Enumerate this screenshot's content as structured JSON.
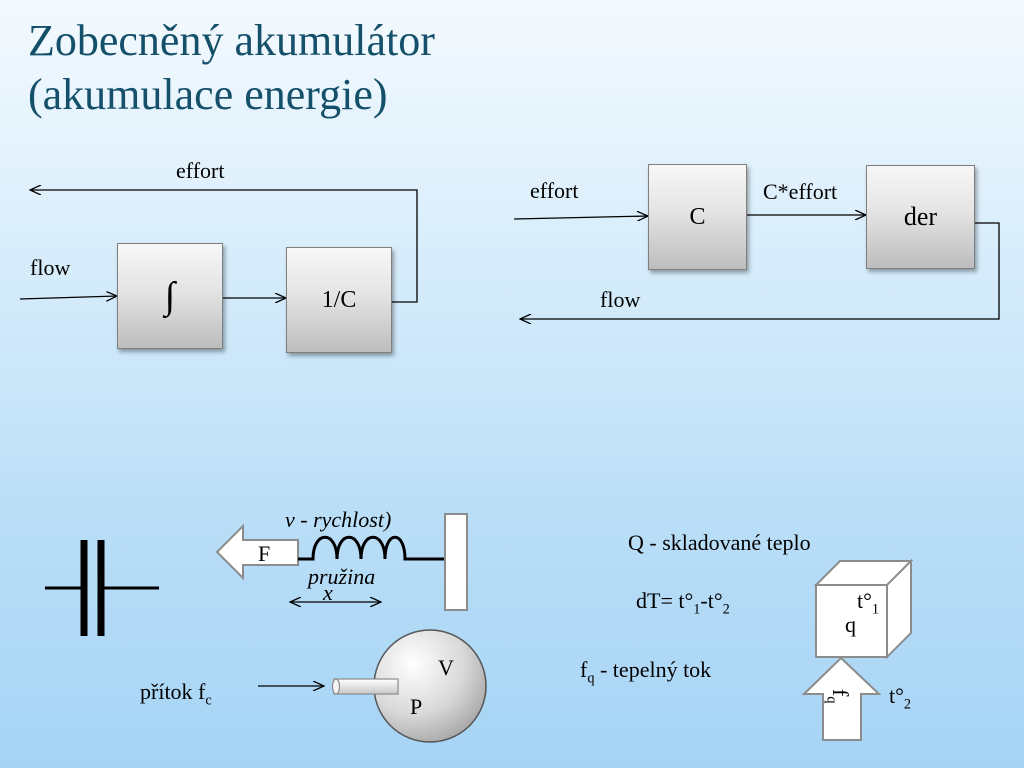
{
  "title": {
    "line1": "Zobecněný akumulátor",
    "line2": "(akumulace energie)"
  },
  "left_diagram": {
    "effort_label": "effort",
    "flow_label": "flow",
    "integrator_symbol": "∫",
    "inverse_c_label": "1/C"
  },
  "right_diagram": {
    "effort_label": "effort",
    "c_block_label": "C",
    "c_effort_label": "C*effort",
    "der_block_label": "der",
    "flow_label": "flow"
  },
  "mechanical": {
    "velocity_label": "v - rychlost)",
    "force_label": "F",
    "spring_label": "pružina",
    "displacement_label": "x"
  },
  "vessel": {
    "inflow_label": "přítok f",
    "inflow_sub": "c",
    "volume_label": "V",
    "pressure_label": "P"
  },
  "thermal": {
    "heat_label": "Q  - skladované teplo",
    "dt_label": "dT= t°",
    "dt_sub1": "1",
    "dt_mid": "-t°",
    "dt_sub2": "2",
    "flow_prefix": "f",
    "flow_sub": "q",
    "flow_suffix": " - tepelný tok",
    "cube_temp": "t°",
    "cube_temp_sub": "1",
    "cube_q": "q",
    "arrow_f": "f",
    "arrow_f_sub": "q",
    "outside_temp": "t°",
    "outside_temp_sub": "2"
  }
}
